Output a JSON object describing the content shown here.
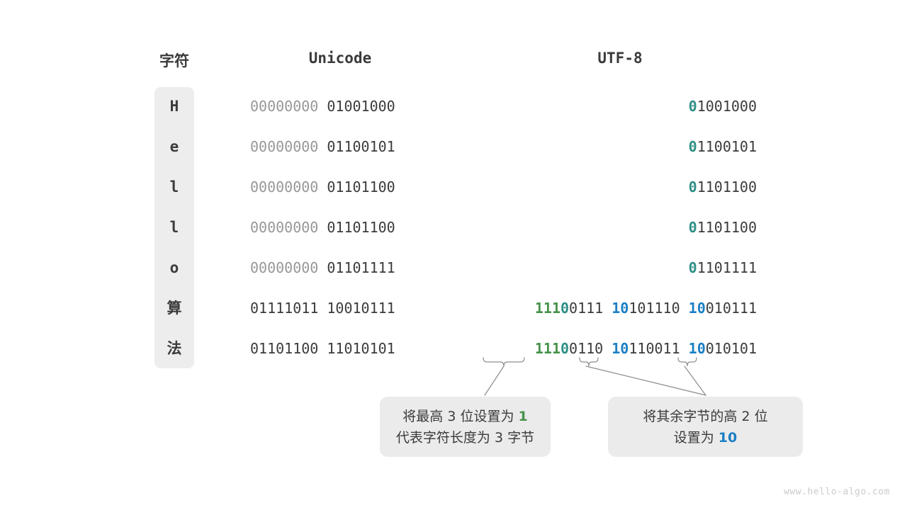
{
  "headers": {
    "char": "字符",
    "unicode": "Unicode",
    "utf8": "UTF-8"
  },
  "colors": {
    "green": "#46924a",
    "teal": "#2f8f86",
    "blue": "#1b7fc4",
    "dark": "#3b3b3b",
    "dim": "#979797",
    "panel": "#ededed",
    "callout_bg": "#ebebeb",
    "watermark": "#cccccc"
  },
  "rows": [
    {
      "char": "H",
      "unicode_high": "00000000",
      "unicode_low": "01001000",
      "utf8_prefix": "0",
      "utf8_rest": "1001000",
      "utf8_prefix_color": "teal",
      "utf8_bytes": 1
    },
    {
      "char": "e",
      "unicode_high": "00000000",
      "unicode_low": "01100101",
      "utf8_prefix": "0",
      "utf8_rest": "1100101",
      "utf8_prefix_color": "teal",
      "utf8_bytes": 1
    },
    {
      "char": "l",
      "unicode_high": "00000000",
      "unicode_low": "01101100",
      "utf8_prefix": "0",
      "utf8_rest": "1101100",
      "utf8_prefix_color": "teal",
      "utf8_bytes": 1
    },
    {
      "char": "l",
      "unicode_high": "00000000",
      "unicode_low": "01101100",
      "utf8_prefix": "0",
      "utf8_rest": "1101100",
      "utf8_prefix_color": "teal",
      "utf8_bytes": 1
    },
    {
      "char": "o",
      "unicode_high": "00000000",
      "unicode_low": "01101111",
      "utf8_prefix": "0",
      "utf8_rest": "1101111",
      "utf8_prefix_color": "teal",
      "utf8_bytes": 1
    },
    {
      "char": "算",
      "unicode_high": "01111011",
      "unicode_low": "10010111",
      "utf8_bytes": 3,
      "utf8_triple": {
        "b1_green": "111",
        "b1_teal": "0",
        "b1_rest": "0111",
        "b2_blue": "10",
        "b2_rest": "101110",
        "b3_blue": "10",
        "b3_rest": "010111"
      }
    },
    {
      "char": "法",
      "unicode_high": "01101100",
      "unicode_low": "11010101",
      "utf8_bytes": 3,
      "utf8_triple": {
        "b1_green": "111",
        "b1_teal": "0",
        "b1_rest": "0110",
        "b2_blue": "10",
        "b2_rest": "110011",
        "b3_blue": "10",
        "b3_rest": "010101"
      }
    }
  ],
  "callouts": {
    "left": {
      "line1_pre": "将最高 ",
      "line1_num": "3",
      "line1_mid": " 位设置为 ",
      "line1_hl": "1",
      "line2": "代表字符长度为 3 字节"
    },
    "right": {
      "line1": "将其余字节的高 2 位",
      "line2_pre": "设置为 ",
      "line2_hl": "10"
    }
  },
  "watermark": "www.hello-algo.com"
}
